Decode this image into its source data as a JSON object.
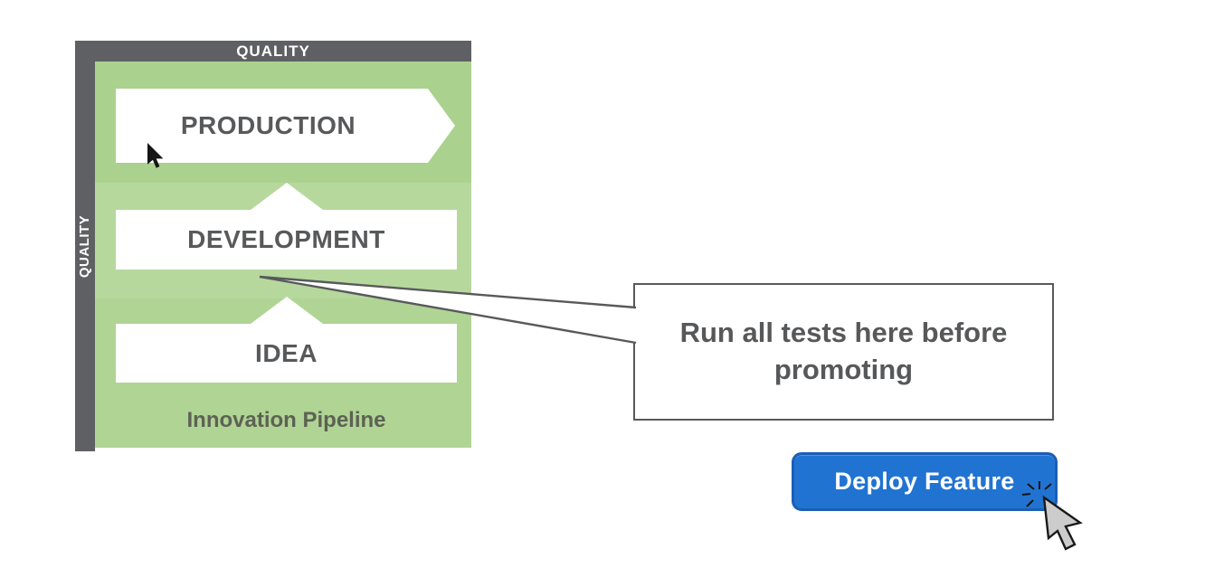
{
  "diagram": {
    "top_axis_label": "QUALITY",
    "left_axis_label": "QUALITY",
    "caption": "Innovation Pipeline",
    "stages": [
      {
        "label": "PRODUCTION"
      },
      {
        "label": "DEVELOPMENT"
      },
      {
        "label": "IDEA"
      }
    ]
  },
  "callout": {
    "text": "Run all tests here before promoting"
  },
  "button": {
    "label": "Deploy Feature"
  },
  "icons": {
    "pointer": "cursor-arrow-icon",
    "click": "click-cursor-icon",
    "chevron_up": "chevron-up-icon"
  },
  "colors": {
    "frame_gray": "#5f6063",
    "green_production_band": "#abd18e",
    "green_development_band": "#b6d89d",
    "green_idea_band": "#b0d494",
    "text_gray": "#58595b",
    "callout_border": "#58595b",
    "button_blue": "#2173d1",
    "button_border_blue": "#1b5eb6"
  }
}
